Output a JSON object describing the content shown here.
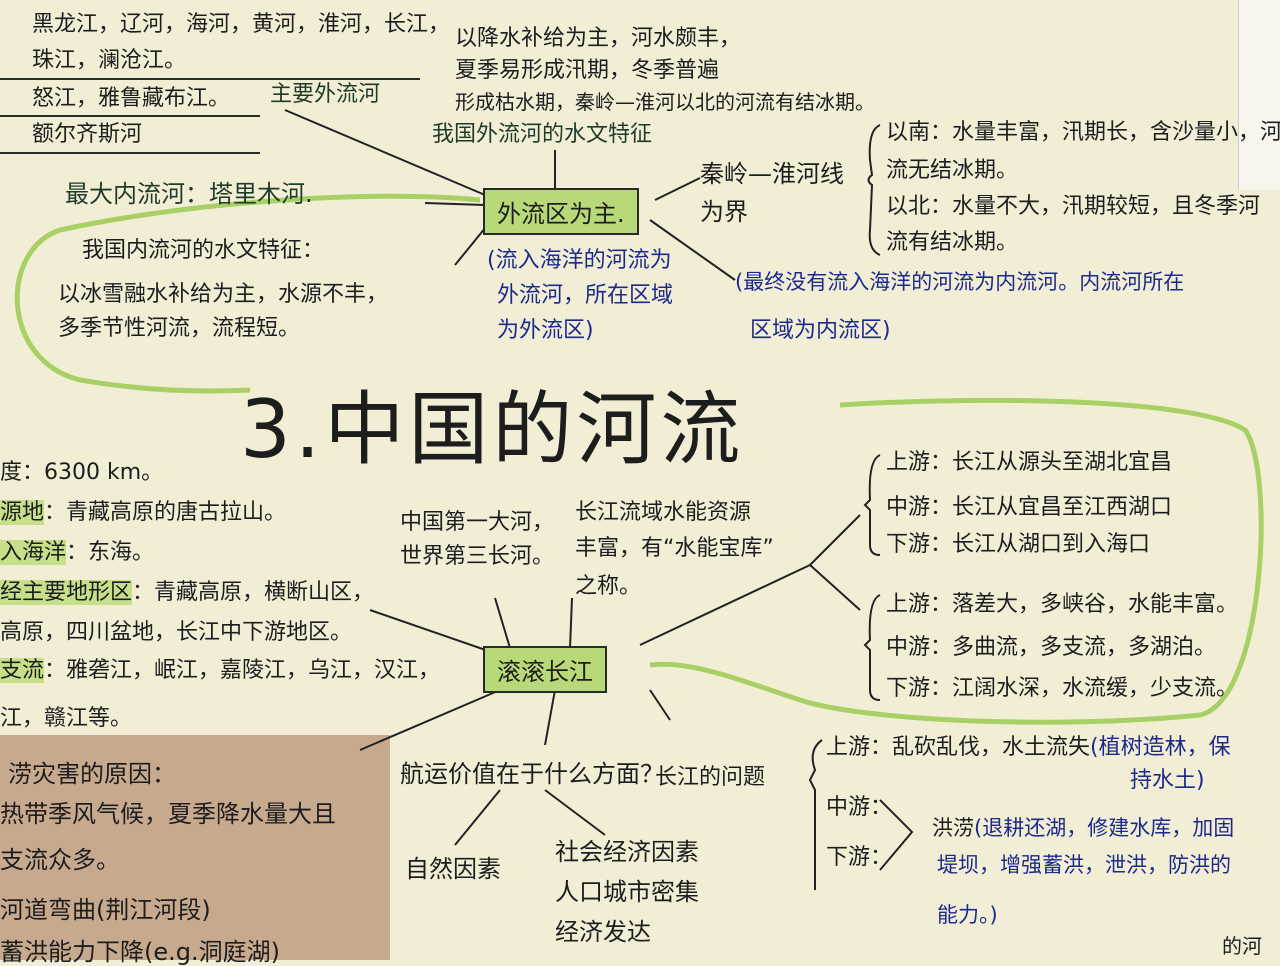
{
  "title": "3.中国的河流",
  "colors": {
    "paper": "#f2eed6",
    "highlight_green": "#b8d977",
    "ink_blue": "#1c2a8c",
    "ink_green": "#1e3b2a",
    "brown_note": "#c7a98e"
  },
  "outflow_table": {
    "rows": [
      "黑龙江，辽河，海河，黄河，淮河，长江，",
      "珠江，澜沧江。",
      "怒江，雅鲁藏布江。",
      "额尔齐斯河"
    ],
    "label": "主要外流河"
  },
  "outflow_features": {
    "lines": [
      "以降水补给为主，河水颇丰，",
      "夏季易形成汛期，冬季普遍",
      "形成枯水期，秦岭—淮河以北的河流有结冰期。"
    ],
    "label": "我国外流河的水文特征"
  },
  "largest_inland": "最大内流河：塔里木河.",
  "outflow_node": "外流区为主.",
  "qinling": {
    "lines": [
      "秦岭—淮河线",
      "为界"
    ]
  },
  "south_north": [
    "以南：水量丰富，汛期长，含沙量小，河",
    "流无结冰期。",
    "以北：水量不大，汛期较短，且冬季河",
    "流有结冰期。"
  ],
  "inland_features": {
    "label": "我国内流河的水文特征：",
    "lines": [
      "以冰雪融水补给为主，水源不丰，",
      "多季节性河流，流程短。"
    ]
  },
  "outflow_def": [
    "(流入海洋的河流为",
    "外流河，所在区域",
    "为外流区)"
  ],
  "inland_def": [
    "(最终没有流入海洋的河流为内流河。内流河所在",
    "区域为内流区)"
  ],
  "yangtze_facts": [
    {
      "key": "度",
      "value": "：6300 km。"
    },
    {
      "key": "源地",
      "value": "：青藏高原的唐古拉山。"
    },
    {
      "key": "入海洋",
      "value": "：东海。"
    },
    {
      "key": "经主要地形区",
      "value": "：青藏高原，横断山区，"
    },
    {
      "key": "",
      "value": "高原，四川盆地，长江中下游地区。"
    },
    {
      "key": "支流",
      "value": "：雅砻江，岷江，嘉陵江，乌江，汉江，"
    },
    {
      "key": "",
      "value": "江，赣江等。"
    }
  ],
  "rank": [
    "中国第一大河，",
    "世界第三长河。"
  ],
  "hydropower": [
    "长江流域水能资源",
    "丰富，有“水能宝库”",
    "之称。"
  ],
  "center_node": "滚滚长江",
  "sections_range": [
    "上游：长江从源头至湖北宜昌",
    "中游：长江从宜昌至江西湖口",
    "下游：长江从湖口到入海口"
  ],
  "sections_features": [
    "上游：落差大，多峡谷，水能丰富。",
    "中游：多曲流，多支流，多湖泊。",
    "下游：江阔水深，水流缓，少支流。"
  ],
  "shipping": {
    "question": "航运价值在于什么方面？",
    "natural": "自然因素",
    "social": [
      "社会经济因素",
      "人口城市密集",
      "经济发达"
    ]
  },
  "problems": {
    "label": "长江的问题",
    "upper": "上游：乱砍乱伐，水土流失",
    "upper_fix": [
      "(植树造林，保",
      "持水土)"
    ],
    "middle": "中游：",
    "lower": "下游：",
    "flood": "洪涝",
    "flood_fix": [
      "(退耕还湖，修建水库，加固",
      "堤坝，增强蓄洪，泄洪，防洪的",
      "能力。)"
    ]
  },
  "flood_causes": [
    "涝灾害的原因：",
    "热带季风气候，夏季降水量大且",
    "支流众多。",
    "河道弯曲(荆江河段)",
    "蓄洪能力下降(e.g.洞庭湖)"
  ],
  "corner_text": "的河"
}
